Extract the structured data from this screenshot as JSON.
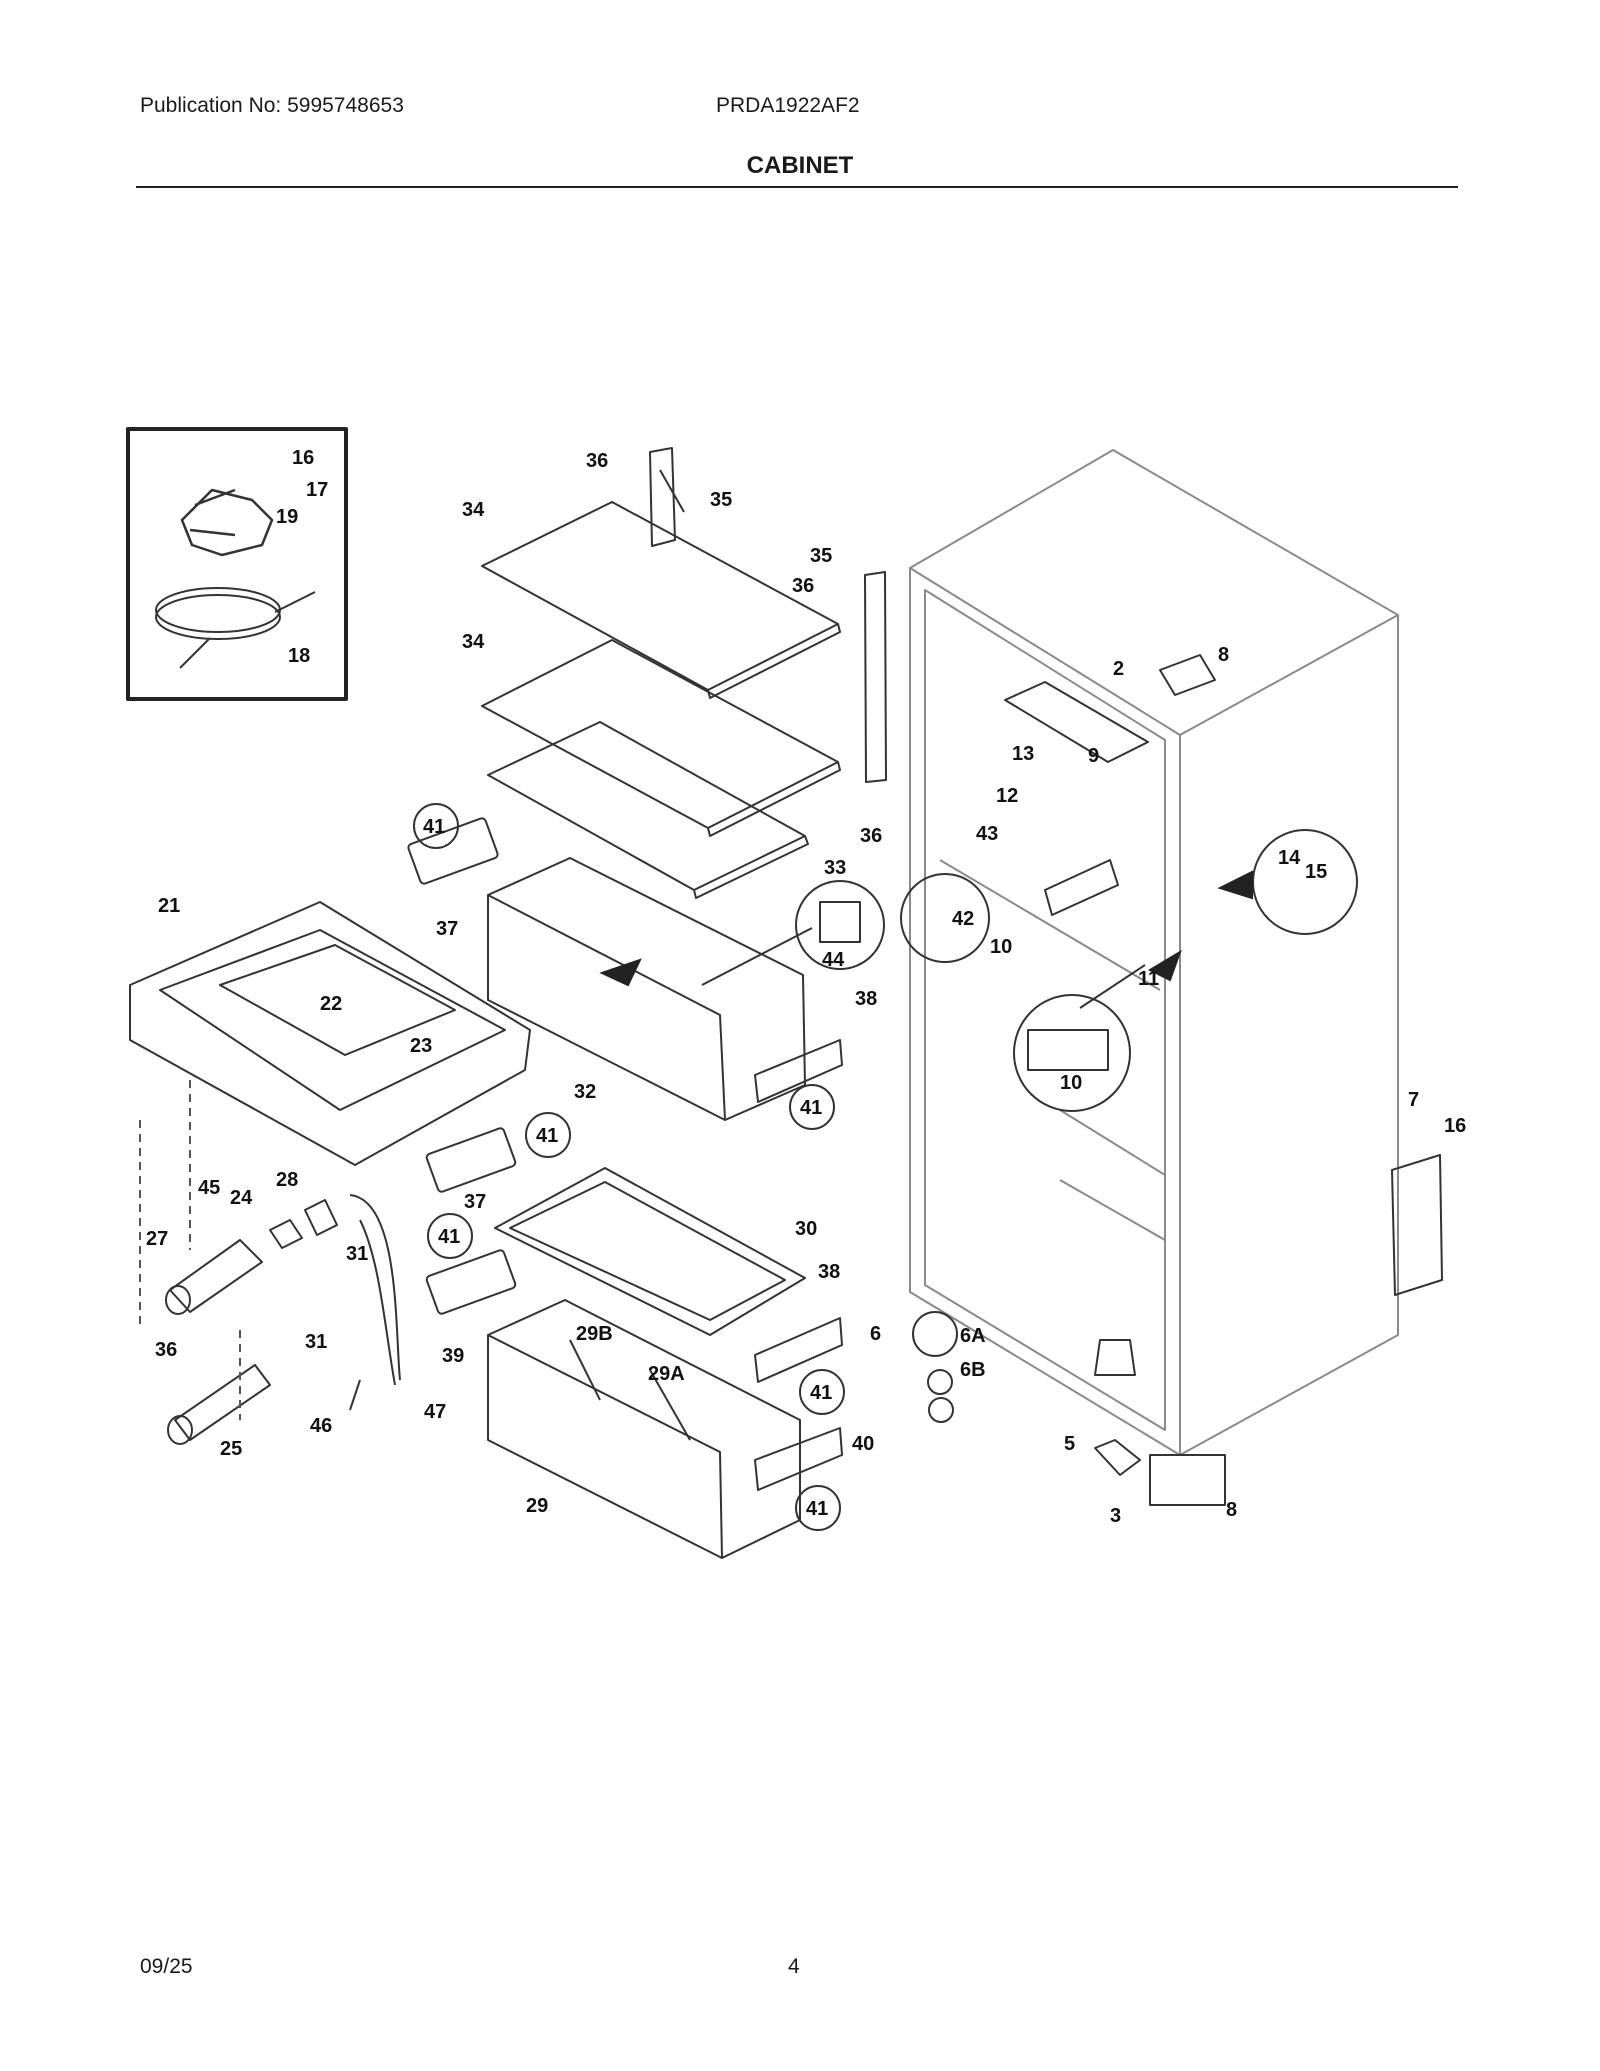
{
  "header": {
    "publication": "Publication No: 5995748653",
    "model": "PRDA1922AF2",
    "section": "CABINET"
  },
  "footer": {
    "date": "09/25",
    "page": "4"
  },
  "callouts": [
    {
      "id": "c16a",
      "label": "16"
    },
    {
      "id": "c17",
      "label": "17"
    },
    {
      "id": "c19",
      "label": "19"
    },
    {
      "id": "c18",
      "label": "18"
    },
    {
      "id": "c36a",
      "label": "36"
    },
    {
      "id": "c35a",
      "label": "35"
    },
    {
      "id": "c34a",
      "label": "34"
    },
    {
      "id": "c35b",
      "label": "35"
    },
    {
      "id": "c36b",
      "label": "36"
    },
    {
      "id": "c34b",
      "label": "34"
    },
    {
      "id": "c36c",
      "label": "36"
    },
    {
      "id": "c33",
      "label": "33"
    },
    {
      "id": "c41a",
      "label": "41"
    },
    {
      "id": "c37a",
      "label": "37"
    },
    {
      "id": "c21",
      "label": "21"
    },
    {
      "id": "c22",
      "label": "22"
    },
    {
      "id": "c23",
      "label": "23"
    },
    {
      "id": "c44",
      "label": "44"
    },
    {
      "id": "c38a",
      "label": "38"
    },
    {
      "id": "c41b",
      "label": "41"
    },
    {
      "id": "c32",
      "label": "32"
    },
    {
      "id": "c41c",
      "label": "41"
    },
    {
      "id": "c37b",
      "label": "37"
    },
    {
      "id": "c41d",
      "label": "41"
    },
    {
      "id": "c30",
      "label": "30"
    },
    {
      "id": "c38b",
      "label": "38"
    },
    {
      "id": "c39",
      "label": "39"
    },
    {
      "id": "c29b",
      "label": "29B"
    },
    {
      "id": "c29a",
      "label": "29A"
    },
    {
      "id": "c41e",
      "label": "41"
    },
    {
      "id": "c40",
      "label": "40"
    },
    {
      "id": "c41f",
      "label": "41"
    },
    {
      "id": "c29",
      "label": "29"
    },
    {
      "id": "c45",
      "label": "45"
    },
    {
      "id": "c24",
      "label": "24"
    },
    {
      "id": "c28",
      "label": "28"
    },
    {
      "id": "c27",
      "label": "27"
    },
    {
      "id": "c31a",
      "label": "31"
    },
    {
      "id": "c31b",
      "label": "31"
    },
    {
      "id": "c36d",
      "label": "36"
    },
    {
      "id": "c25",
      "label": "25"
    },
    {
      "id": "c46",
      "label": "46"
    },
    {
      "id": "c47",
      "label": "47"
    },
    {
      "id": "c2",
      "label": "2"
    },
    {
      "id": "c8a",
      "label": "8"
    },
    {
      "id": "c13",
      "label": "13"
    },
    {
      "id": "c12",
      "label": "12"
    },
    {
      "id": "c9",
      "label": "9"
    },
    {
      "id": "c43",
      "label": "43"
    },
    {
      "id": "c42",
      "label": "42"
    },
    {
      "id": "c10a",
      "label": "10"
    },
    {
      "id": "c11",
      "label": "11"
    },
    {
      "id": "c14",
      "label": "14"
    },
    {
      "id": "c15",
      "label": "15"
    },
    {
      "id": "c10b",
      "label": "10"
    },
    {
      "id": "c7",
      "label": "7"
    },
    {
      "id": "c16b",
      "label": "16"
    },
    {
      "id": "c6",
      "label": "6"
    },
    {
      "id": "c6a",
      "label": "6A"
    },
    {
      "id": "c6b",
      "label": "6B"
    },
    {
      "id": "c5",
      "label": "5"
    },
    {
      "id": "c3",
      "label": "3"
    },
    {
      "id": "c8b",
      "label": "8"
    }
  ]
}
